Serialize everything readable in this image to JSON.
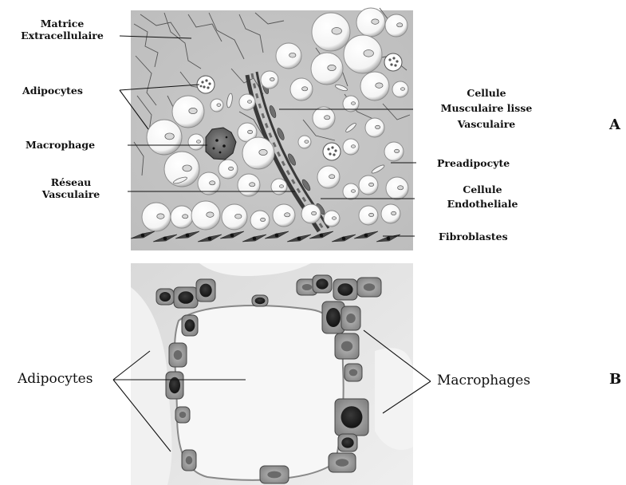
{
  "panel_a": {
    "letter": "A",
    "labels": {
      "matrice_line1": "Matrice",
      "matrice_line2": "Extracellulaire",
      "adipocytes": "Adipocytes",
      "macrophage": "Macrophage",
      "reseau_line1": "Réseau",
      "reseau_line2": "Vasculaire",
      "muscle_line1": "Cellule",
      "muscle_line2": "Musculaire lisse",
      "muscle_line3": "Vasculaire",
      "preadipocyte": "Preadipocyte",
      "endo_line1": "Cellule",
      "endo_line2": "Endotheliale",
      "fibroblastes": "Fibroblastes"
    }
  },
  "panel_b": {
    "letter": "B",
    "labels": {
      "adipocytes": "Adipocytes",
      "macrophages": "Macrophages"
    }
  }
}
